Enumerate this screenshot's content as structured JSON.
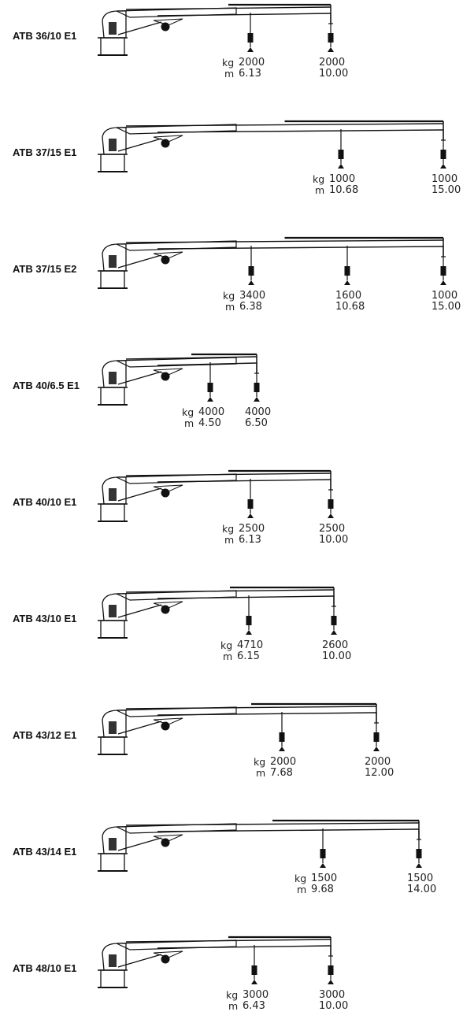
{
  "units": {
    "kg": "kg",
    "m": "m"
  },
  "models": [
    {
      "title": "ATB 36/10 E1",
      "points": [
        {
          "kg": "2000",
          "m": "6.13"
        },
        {
          "kg": "2000",
          "m": "10.00"
        }
      ]
    },
    {
      "title": "ATB 37/15 E1",
      "points": [
        {
          "kg": "1000",
          "m": "10.68"
        },
        {
          "kg": "1000",
          "m": "15.00"
        }
      ]
    },
    {
      "title": "ATB 37/15 E2",
      "points": [
        {
          "kg": "3400",
          "m": "6.38"
        },
        {
          "kg": "1600",
          "m": "10.68"
        },
        {
          "kg": "1000",
          "m": "15.00"
        }
      ]
    },
    {
      "title": "ATB 40/6.5 E1",
      "points": [
        {
          "kg": "4000",
          "m": "4.50"
        },
        {
          "kg": "4000",
          "m": "6.50"
        }
      ]
    },
    {
      "title": "ATB 40/10 E1",
      "points": [
        {
          "kg": "2500",
          "m": "6.13"
        },
        {
          "kg": "2500",
          "m": "10.00"
        }
      ]
    },
    {
      "title": "ATB 43/10 E1",
      "points": [
        {
          "kg": "4710",
          "m": "6.15"
        },
        {
          "kg": "2600",
          "m": "10.00"
        }
      ]
    },
    {
      "title": "ATB 43/12 E1",
      "points": [
        {
          "kg": "2000",
          "m": "7.68"
        },
        {
          "kg": "2000",
          "m": "12.00"
        }
      ]
    },
    {
      "title": "ATB 43/14 E1",
      "points": [
        {
          "kg": "1500",
          "m": "9.68"
        },
        {
          "kg": "1500",
          "m": "14.00"
        }
      ]
    },
    {
      "title": "ATB 48/10 E1",
      "points": [
        {
          "kg": "3000",
          "m": "6.43"
        },
        {
          "kg": "3000",
          "m": "10.00"
        }
      ]
    }
  ]
}
